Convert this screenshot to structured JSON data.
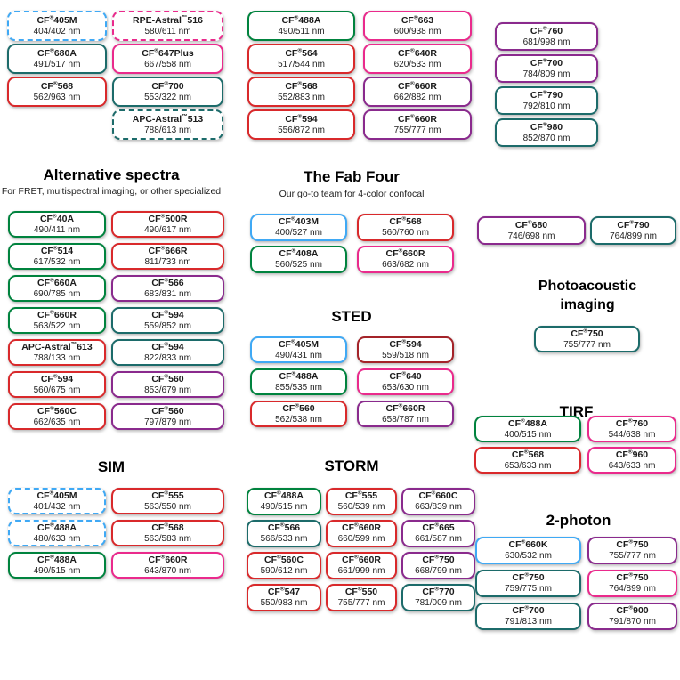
{
  "palette": {
    "blue": "#3FA9F5",
    "green": "#00833E",
    "teal": "#1C6B6A",
    "red": "#D9292B",
    "darkred": "#A42329",
    "pink": "#EA2A8C",
    "purple": "#8A2A8D"
  },
  "top": {
    "columns": [
      {
        "badges": [
          {
            "name": "CF®405M",
            "value": "404/402 nm",
            "color": "blue",
            "dashed": true
          },
          {
            "name": "CF®680A",
            "value": "491/517 nm",
            "color": "teal"
          },
          {
            "name": "CF®568",
            "value": "562/963 nm",
            "color": "red"
          }
        ]
      },
      {
        "badges": [
          {
            "name": "RPE-Astral™516",
            "value": "580/611 nm",
            "color": "pink",
            "dashed": true
          },
          {
            "name": "CF®647Plus",
            "value": "667/558 nm",
            "color": "pink"
          },
          {
            "name": "CF®700",
            "value": "553/322 nm",
            "color": "teal"
          },
          {
            "name": "APC-Astral™513",
            "value": "788/613 nm",
            "color": "teal",
            "dashed": true
          }
        ]
      },
      {
        "badges": [
          {
            "name": "CF®488A",
            "value": "490/511 nm",
            "color": "green"
          },
          {
            "name": "CF®564",
            "value": "517/544 nm",
            "color": "red"
          },
          {
            "name": "CF®568",
            "value": "552/883 nm",
            "color": "red"
          },
          {
            "name": "CF®594",
            "value": "556/872 nm",
            "color": "red"
          }
        ]
      },
      {
        "badges": [
          {
            "name": "CF®663",
            "value": "600/938 nm",
            "color": "pink"
          },
          {
            "name": "CF®640R",
            "value": "620/533 nm",
            "color": "pink"
          },
          {
            "name": "CF®660R",
            "value": "662/882 nm",
            "color": "purple"
          },
          {
            "name": "CF®660R",
            "value": "755/777 nm",
            "color": "purple"
          }
        ]
      },
      {
        "badges": [
          {
            "name": "CF®760",
            "value": "681/998 nm",
            "color": "purple"
          },
          {
            "name": "CF®700",
            "value": "784/809 nm",
            "color": "purple"
          },
          {
            "name": "CF®790",
            "value": "792/810 nm",
            "color": "teal"
          },
          {
            "name": "CF®980",
            "value": "852/870 nm",
            "color": "teal"
          }
        ]
      }
    ]
  },
  "sections": {
    "alternative": {
      "title": "Alternative spectra",
      "subtitle": "For FRET, multispectral imaging, or other specialized",
      "columns": [
        {
          "badges": [
            {
              "name": "CF®40A",
              "value": "490/411 nm",
              "color": "green"
            },
            {
              "name": "CF®514",
              "value": "617/532 nm",
              "color": "green"
            },
            {
              "name": "CF®660A",
              "value": "690/785 nm",
              "color": "green"
            },
            {
              "name": "CF®660R",
              "value": "563/522 nm",
              "color": "green"
            },
            {
              "name": "APC-Astral™613",
              "value": "788/133 nm",
              "color": "red"
            },
            {
              "name": "CF®594",
              "value": "560/675 nm",
              "color": "red"
            },
            {
              "name": "CF®560C",
              "value": "662/635 nm",
              "color": "red"
            }
          ]
        },
        {
          "badges": [
            {
              "name": "CF®500R",
              "value": "490/617 nm",
              "color": "red"
            },
            {
              "name": "CF®666R",
              "value": "811/733 nm",
              "color": "red"
            },
            {
              "name": "CF®566",
              "value": "683/831 nm",
              "color": "purple"
            },
            {
              "name": "CF®594",
              "value": "559/852 nm",
              "color": "teal"
            },
            {
              "name": "CF®594",
              "value": "822/833 nm",
              "color": "teal"
            },
            {
              "name": "CF®560",
              "value": "853/679 nm",
              "color": "purple"
            },
            {
              "name": "CF®560",
              "value": "797/879 nm",
              "color": "purple"
            }
          ]
        }
      ]
    },
    "fab_four": {
      "title": "The Fab Four",
      "subtitle": "Our go-to team for 4-color confocal",
      "columns": [
        {
          "badges": [
            {
              "name": "CF®403M",
              "value": "400/527 nm",
              "color": "blue"
            },
            {
              "name": "CF®408A",
              "value": "560/525 nm",
              "color": "green"
            }
          ]
        },
        {
          "badges": [
            {
              "name": "CF®568",
              "value": "560/760 nm",
              "color": "red"
            },
            {
              "name": "CF®660R",
              "value": "663/682 nm",
              "color": "pink"
            }
          ]
        }
      ]
    },
    "sted": {
      "title": "STED",
      "columns": [
        {
          "badges": [
            {
              "name": "CF®405M",
              "value": "490/431 nm",
              "color": "blue"
            },
            {
              "name": "CF®488A",
              "value": "855/535 nm",
              "color": "green"
            },
            {
              "name": "CF®560",
              "value": "562/538 nm",
              "color": "red"
            }
          ]
        },
        {
          "badges": [
            {
              "name": "CF®594",
              "value": "559/518 nm",
              "color": "darkred"
            },
            {
              "name": "CF®640",
              "value": "653/630 nm",
              "color": "pink"
            },
            {
              "name": "CF®660R",
              "value": "658/787 nm",
              "color": "purple"
            }
          ]
        }
      ]
    },
    "sim": {
      "title": "SIM",
      "columns": [
        {
          "badges": [
            {
              "name": "CF®405M",
              "value": "401/432 nm",
              "color": "blue",
              "dashed": true
            },
            {
              "name": "CF®488A",
              "value": "480/633 nm",
              "color": "blue",
              "dashed": true
            },
            {
              "name": "CF®488A",
              "value": "490/515 nm",
              "color": "green"
            }
          ]
        },
        {
          "badges": [
            {
              "name": "CF®555",
              "value": "563/550 nm",
              "color": "red"
            },
            {
              "name": "CF®568",
              "value": "563/583 nm",
              "color": "red"
            },
            {
              "name": "CF®660R",
              "value": "643/870 nm",
              "color": "pink"
            }
          ]
        }
      ]
    },
    "storm": {
      "title": "STORM",
      "columns": [
        {
          "badges": [
            {
              "name": "CF®488A",
              "value": "490/515 nm",
              "color": "green"
            },
            {
              "name": "CF®566",
              "value": "566/533 nm",
              "color": "teal"
            },
            {
              "name": "CF®560C",
              "value": "590/612 nm",
              "color": "red"
            },
            {
              "name": "CF®547",
              "value": "550/983 nm",
              "color": "red"
            }
          ]
        },
        {
          "badges": [
            {
              "name": "CF®555",
              "value": "560/539 nm",
              "color": "red"
            },
            {
              "name": "CF®660R",
              "value": "660/599 nm",
              "color": "red"
            },
            {
              "name": "CF®660R",
              "value": "661/999 nm",
              "color": "red"
            },
            {
              "name": "CF®550",
              "value": "755/777 nm",
              "color": "red"
            }
          ]
        },
        {
          "badges": [
            {
              "name": "CF®660C",
              "value": "663/839 nm",
              "color": "purple"
            },
            {
              "name": "CF®665",
              "value": "661/587 nm",
              "color": "purple"
            },
            {
              "name": "CF®750",
              "value": "668/799 nm",
              "color": "purple"
            },
            {
              "name": "CF®770",
              "value": "781/009 nm",
              "color": "teal"
            }
          ]
        }
      ]
    },
    "nir_pair": {
      "columns": [
        {
          "badges": [
            {
              "name": "CF®680",
              "value": "746/698 nm",
              "color": "purple"
            }
          ]
        },
        {
          "badges": [
            {
              "name": "CF®790",
              "value": "764/899 nm",
              "color": "teal"
            }
          ]
        }
      ]
    },
    "photoacoustic": {
      "title": "Photoacoustic imaging",
      "columns": [
        {
          "badges": [
            {
              "name": "CF®750",
              "value": "755/777 nm",
              "color": "teal"
            }
          ]
        }
      ]
    },
    "tirf": {
      "title": "TIRF",
      "columns": [
        {
          "badges": [
            {
              "name": "CF®488A",
              "value": "400/515 nm",
              "color": "green"
            },
            {
              "name": "CF®568",
              "value": "653/633 nm",
              "color": "red"
            }
          ]
        },
        {
          "badges": [
            {
              "name": "CF®760",
              "value": "544/638 nm",
              "color": "pink"
            },
            {
              "name": "CF®960",
              "value": "643/633 nm",
              "color": "pink"
            }
          ]
        }
      ]
    },
    "two_photon": {
      "title": "2-photon",
      "columns": [
        {
          "badges": [
            {
              "name": "CF®660K",
              "value": "630/532 nm",
              "color": "blue"
            },
            {
              "name": "CF®750",
              "value": "759/775 nm",
              "color": "teal"
            },
            {
              "name": "CF®700",
              "value": "791/813 nm",
              "color": "teal"
            }
          ]
        },
        {
          "badges": [
            {
              "name": "CF®750",
              "value": "755/777 nm",
              "color": "purple"
            },
            {
              "name": "CF®750",
              "value": "764/899 nm",
              "color": "pink"
            },
            {
              "name": "CF®900",
              "value": "791/870 nm",
              "color": "purple"
            }
          ]
        }
      ]
    }
  }
}
